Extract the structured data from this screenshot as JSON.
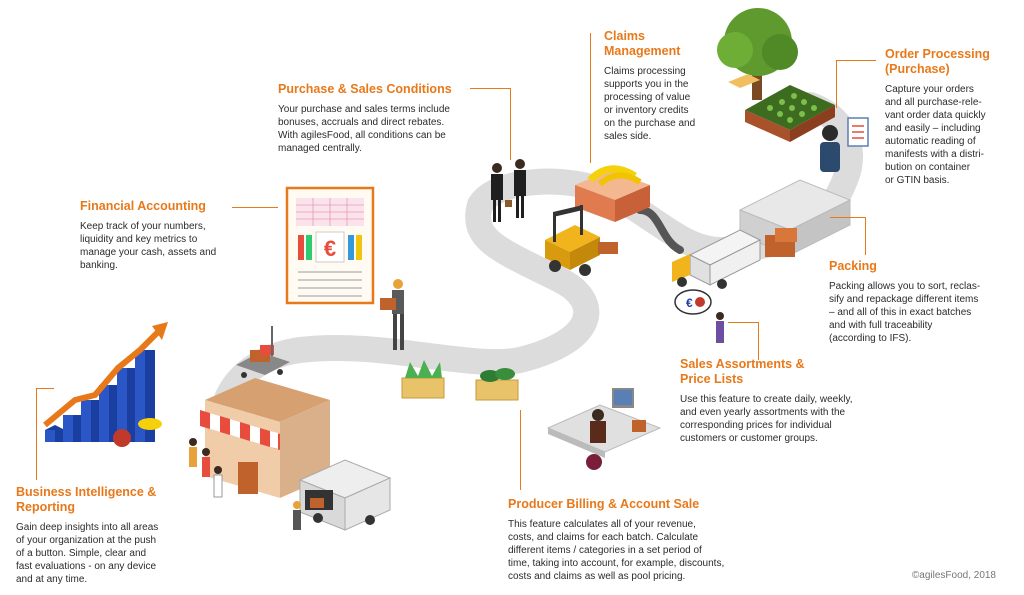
{
  "palette": {
    "accent": "#e8791a",
    "road": "#dcdcdc",
    "text": "#2b2b2b"
  },
  "callouts": {
    "financial": {
      "title": "Financial Accounting",
      "body": "Keep track of your numbers,\nliquidity and key metrics to\nmanage your cash, assets and\nbanking."
    },
    "purchase_sales": {
      "title": "Purchase & Sales Conditions",
      "body": "Your purchase and sales terms include\nbonuses, accruals and direct rebates.\nWith agilesFood, all conditions can be\nmanaged centrally."
    },
    "claims": {
      "title": "Claims\nManagement",
      "body": "Claims processing\nsupports you in the\nprocessing of value\nor inventory credits\non the purchase and\nsales side."
    },
    "order": {
      "title": "Order Processing\n(Purchase)",
      "body": "Capture your orders\nand all purchase-rele-\nvant order data quickly\nand easily – including\nautomatic reading of\nmanifests with a distri-\nbution on container\nor GTIN basis."
    },
    "packing": {
      "title": "Packing",
      "body": "Packing allows you to sort, reclas-\nsify and repackage different items\n– and all of this in exact batches\nand with full traceability\n(according to IFS)."
    },
    "sales_assort": {
      "title": "Sales Assortments &\nPrice Lists",
      "body": "Use this feature to create daily, weekly,\nand even yearly assortments with the\ncorresponding prices for individual\ncustomers or customer groups."
    },
    "producer": {
      "title": "Producer Billing & Account Sale",
      "body": "This feature calculates all of your revenue,\ncosts, and claims for each batch. Calculate\ndifferent items / categories in a set period of\ntime, taking into account, for example, discounts,\ncosts and claims as well as pool pricing."
    },
    "bi": {
      "title": "Business Intelligence &\nReporting",
      "body": "Gain deep insights into all areas\nof your organization at the push\nof a button. Simple, clear and\nfast evaluations - on any device\nand at any time."
    }
  },
  "illustrations": {
    "invoice_symbol": "€",
    "price_tag_symbol": "€"
  },
  "copyright": "©agilesFood, 2018"
}
